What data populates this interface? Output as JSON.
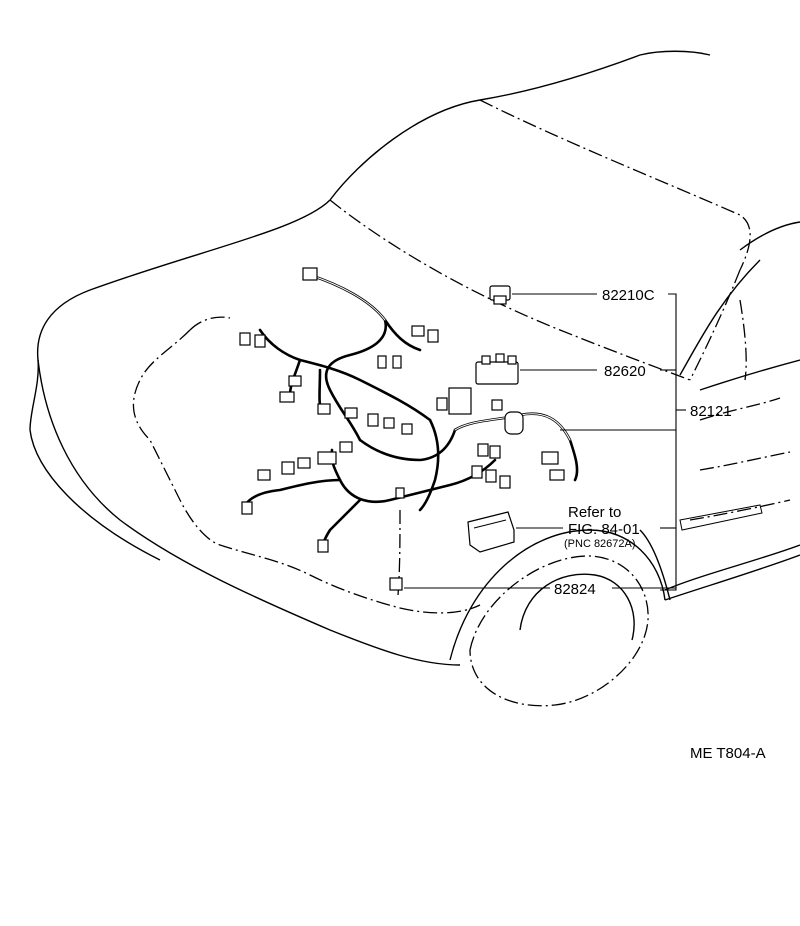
{
  "callouts": {
    "part_82210c": "82210C",
    "part_82620": "82620",
    "part_82121": "82121",
    "part_82824": "82824",
    "refer_line1": "Refer to",
    "refer_line2": "FIG. 84-01",
    "refer_line3": "(PNC 82672A)"
  },
  "figure_code": "ME T804-A"
}
